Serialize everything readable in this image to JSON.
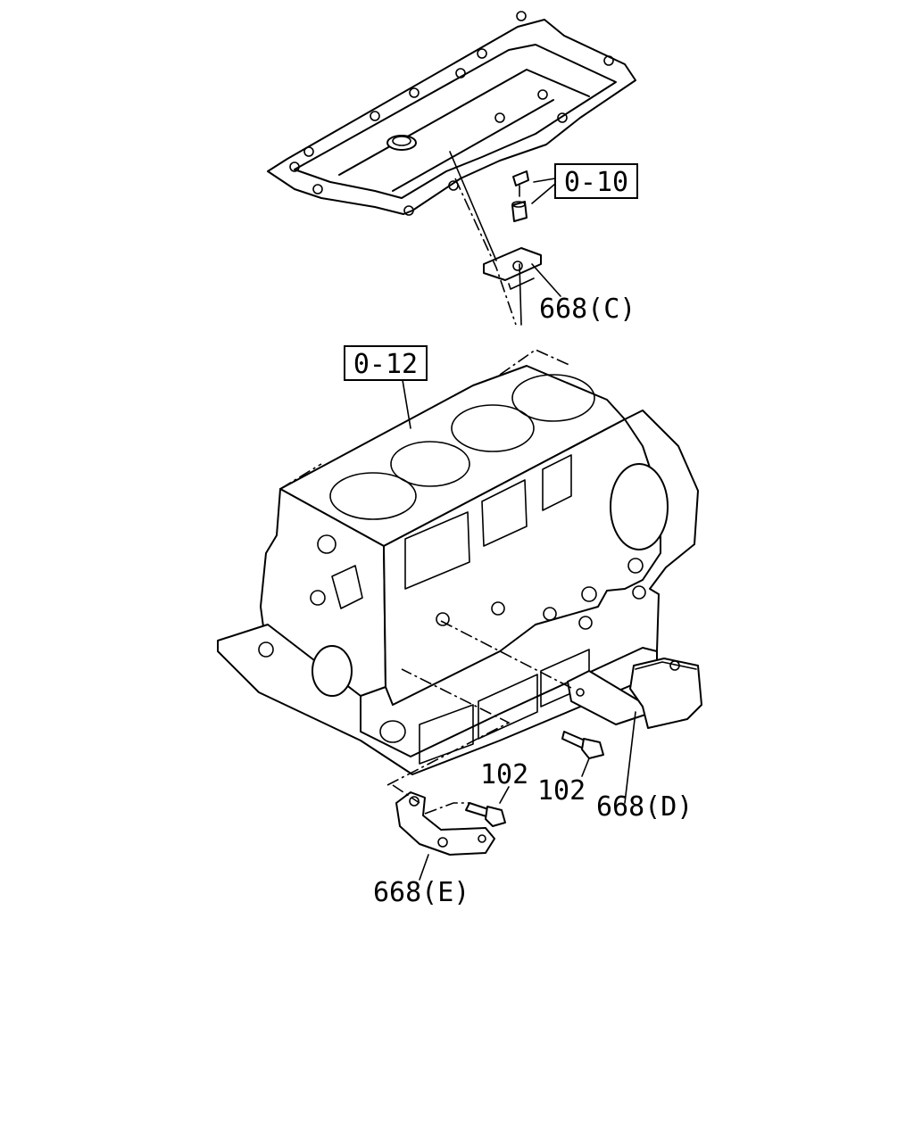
{
  "labels": {
    "ref_cover": "0-10",
    "ref_block": "0-12",
    "bracket_c": "668(C)",
    "bracket_d": "668(D)",
    "bracket_e": "668(E)",
    "bolt_upper": "102",
    "bolt_lower": "102"
  },
  "icons": {
    "cover": "cylinder-head-cover-icon",
    "block": "cylinder-block-icon",
    "bolt": "bolt-icon",
    "bracket": "bracket-icon"
  }
}
